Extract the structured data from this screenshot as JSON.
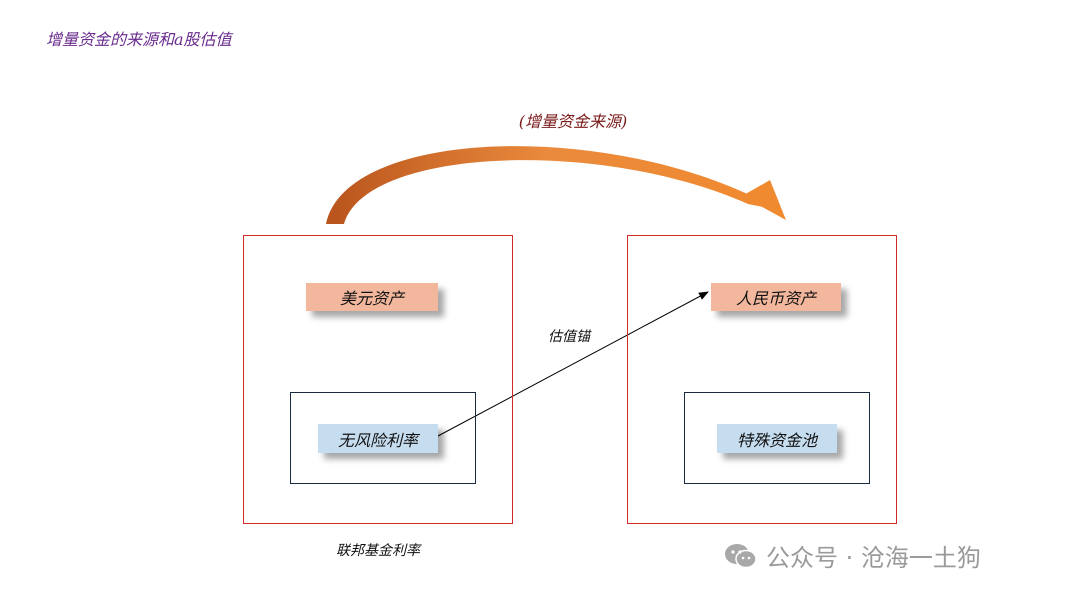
{
  "title": "增量资金的来源和a股估值",
  "diagram": {
    "flow_label": "(增量资金来源)",
    "left_node": "美元资产",
    "left_inner": "无风险利率",
    "right_node": "人民币资产",
    "right_inner": "特殊资金池",
    "connector_label": "估值锚",
    "bottom_label": "联邦基金利率"
  },
  "watermark": {
    "icon": "wechat-icon",
    "text": "公众号 · 沧海一土狗"
  },
  "colors": {
    "arc": "#e07a2e",
    "frame": "#d02a2a",
    "inner_frame": "#1a2a40",
    "orange_box": "#f2b79d",
    "blue_box": "#c6dcef",
    "title": "#6a2c8e"
  }
}
